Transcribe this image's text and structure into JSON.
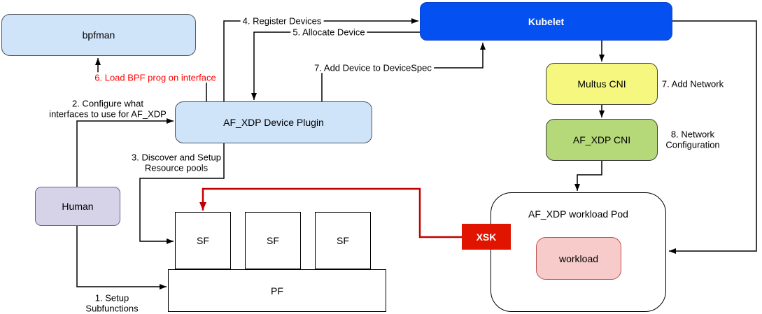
{
  "diagram": {
    "title_hint": "AF_XDP device plugin and CNI flow diagram",
    "nodes": {
      "bpfman": "bpfman",
      "kubelet": "Kubelet",
      "device_plugin": "AF_XDP Device Plugin",
      "multus_cni": "Multus CNI",
      "af_xdp_cni": "AF_XDP CNI",
      "human": "Human",
      "sf": [
        "SF",
        "SF",
        "SF"
      ],
      "pf": "PF",
      "xsk": "XSK",
      "workload_pod": "AF_XDP workload Pod",
      "workload": "workload"
    },
    "edge_labels": {
      "setup_subfunctions": "1. Setup\nSubfunctions",
      "configure_interfaces": "2. Configure what\ninterfaces to use for AF_XDP",
      "discover_pools": "3. Discover and Setup\nResource pools",
      "register_devices": "4. Register Devices",
      "allocate_device": "5. Allocate Device",
      "load_bpf_prog": "6. Load BPF prog on interface",
      "add_device_to_devicespec": "7. Add Device to DeviceSpec",
      "add_network": "7. Add Network",
      "network_configuration": "8. Network\nConfiguration"
    },
    "colors": {
      "kubelet_fill": "#0550f0",
      "light_blue_fill": "#cfe3f9",
      "yellow_fill": "#f5f77e",
      "green_fill": "#b5d878",
      "lavender_fill": "#d6d2e8",
      "pink_fill": "#f6cbc9",
      "xsk_red": "#e11400",
      "red_edge": "#c00000",
      "red_label": "#ff0000",
      "black_edge": "#000000"
    }
  }
}
